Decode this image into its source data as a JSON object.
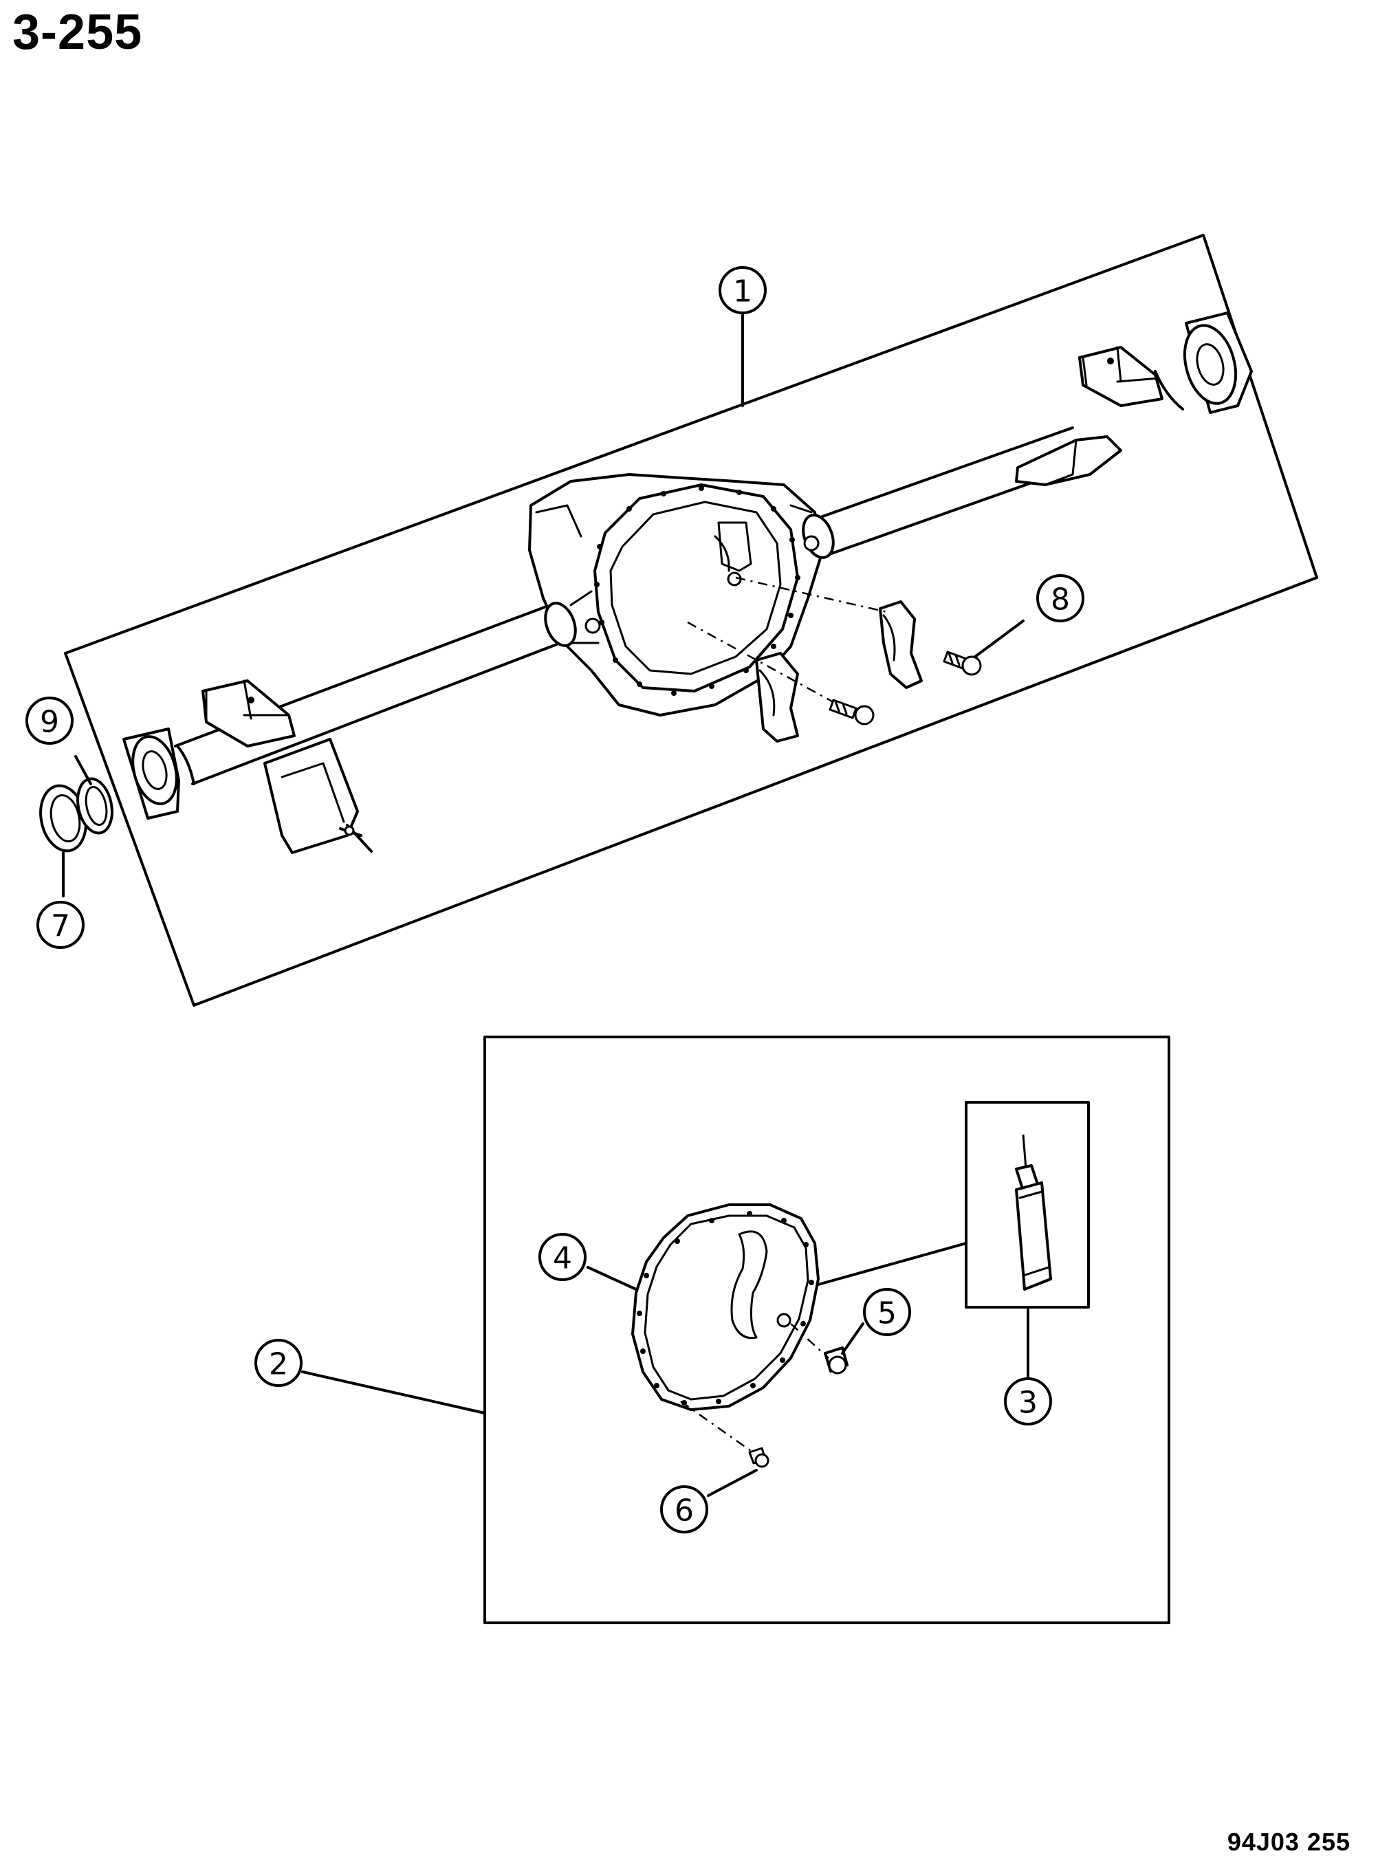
{
  "page": {
    "title": "3-255",
    "figure_code": "94J03 255"
  },
  "callouts": [
    {
      "id": "1",
      "label": "1"
    },
    {
      "id": "2",
      "label": "2"
    },
    {
      "id": "3",
      "label": "3"
    },
    {
      "id": "4",
      "label": "4"
    },
    {
      "id": "5",
      "label": "5"
    },
    {
      "id": "6",
      "label": "6"
    },
    {
      "id": "7",
      "label": "7"
    },
    {
      "id": "8",
      "label": "8"
    },
    {
      "id": "9",
      "label": "9"
    }
  ]
}
